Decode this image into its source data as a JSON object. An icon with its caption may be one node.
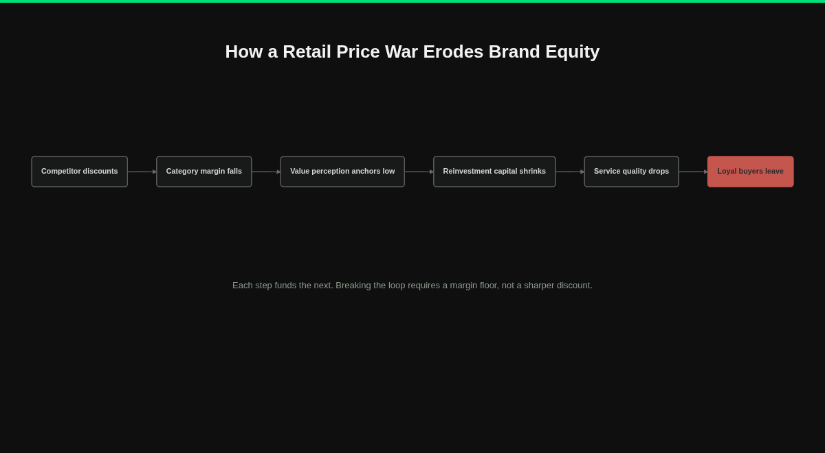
{
  "diagram": {
    "title": "How a Retail Price War Erodes Brand Equity",
    "caption": "Each step funds the next. Breaking the loop requires a margin floor, not a sharper discount.",
    "nodes": [
      {
        "text": [
          "Competitor discounts"
        ]
      },
      {
        "text": [
          "Category margin falls"
        ]
      },
      {
        "text": [
          "Value perception anchors low"
        ]
      },
      {
        "text": [
          "Loyal buyers leave"
        ]
      },
      {
        "text": [
          "Service quality drops"
        ]
      },
      {
        "text": [
          "Reinvestment capital shrinks"
        ]
      }
    ],
    "edges": [
      {
        "from": 0,
        "to": 1,
        "arrow": "to"
      },
      {
        "from": 1,
        "to": 2,
        "arrow": "to"
      },
      {
        "from": 2,
        "to": 5,
        "arrow": "to"
      },
      {
        "from": 5,
        "to": 4,
        "arrow": "to"
      },
      {
        "from": 4,
        "to": 3,
        "arrow": "to"
      }
    ]
  }
}
